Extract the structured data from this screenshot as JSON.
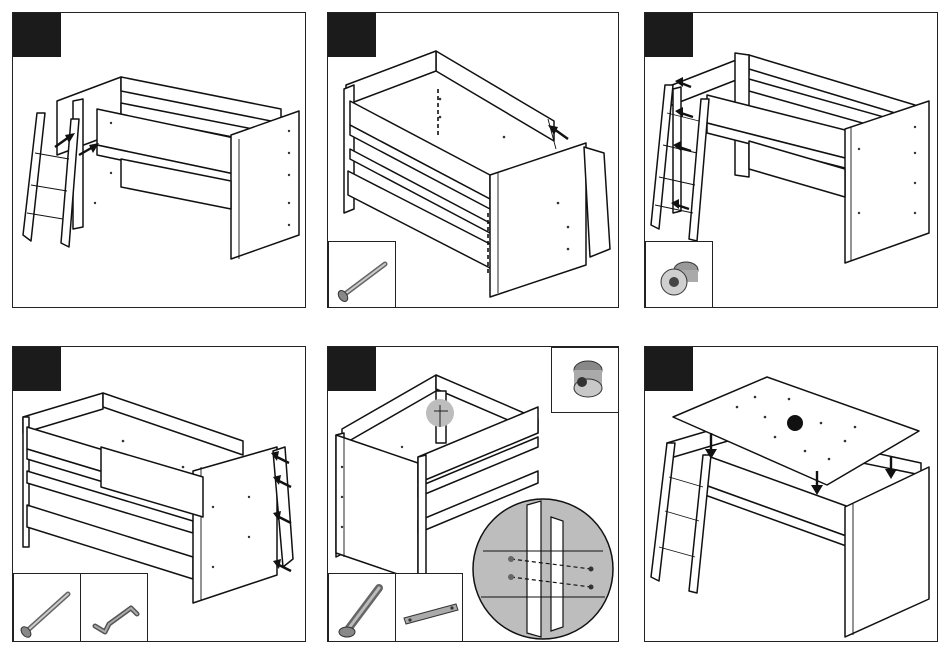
{
  "document": {
    "kind": "assembly-instructions",
    "step_count": 6
  },
  "steps": [
    {
      "panel": "step-1",
      "parts": []
    },
    {
      "panel": "step-2",
      "parts": [
        "bolt-icon"
      ]
    },
    {
      "panel": "step-3",
      "parts": [
        "barrel-nut-icon"
      ]
    },
    {
      "panel": "step-4",
      "parts": [
        "bolt-icon",
        "allen-key-icon"
      ]
    },
    {
      "panel": "step-5",
      "parts": [
        "cam-nut-icon",
        "long-bolt-icon",
        "metal-strip-icon"
      ]
    },
    {
      "panel": "step-6",
      "parts": []
    }
  ],
  "colors": {
    "badge": "#1b1b1b",
    "line": "#111111",
    "inset_bg": "#ffffff",
    "detail_circle": "#bdbdbd"
  }
}
